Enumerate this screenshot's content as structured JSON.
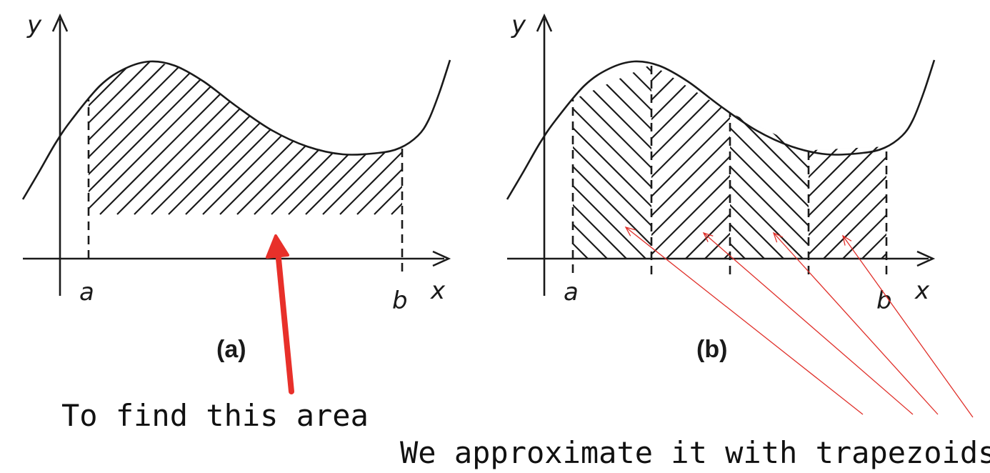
{
  "panel_a": {
    "y_label": "y",
    "x_label": "x",
    "a_label": "a",
    "b_label": "b",
    "caption": "(a)"
  },
  "panel_b": {
    "y_label": "y",
    "x_label": "x",
    "a_label": "a",
    "b_label": "b",
    "caption": "(b)"
  },
  "annotations": {
    "area_note": "To find this area",
    "trapezoid_note": "We approximate it with trapezoids."
  },
  "colors": {
    "ink": "#1a1a1a",
    "arrow_thick": "#e8302a",
    "arrow_thin": "#e0302a"
  }
}
